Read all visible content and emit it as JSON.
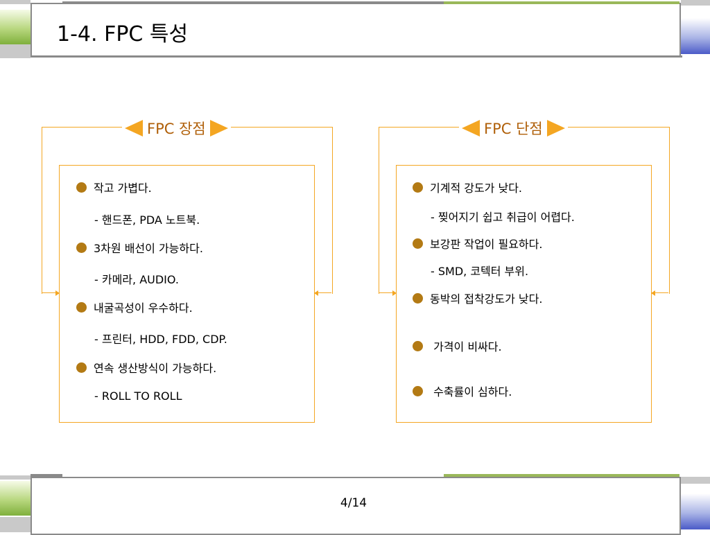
{
  "slide": {
    "title": "1-4. FPC 특성",
    "page_number": "4/14"
  },
  "colors": {
    "accent_orange": "#f4a622",
    "heading_brown": "#b0600a",
    "bullet_brown": "#b37a14"
  },
  "pros": {
    "heading": "FPC 장점",
    "items": [
      "작고 가볍다.",
      "3차원 배선이 가능하다.",
      "내굴곡성이 우수하다.",
      "연속 생산방식이 가능하다."
    ],
    "subs": [
      "- 핸드폰, PDA 노트북.",
      "- 카메라, AUDIO.",
      "- 프린터, HDD, FDD, CDP.",
      "- ROLL TO ROLL"
    ]
  },
  "cons": {
    "heading": "FPC 단점",
    "items": [
      "기계적 강도가 낮다.",
      "보강판 작업이 필요하다.",
      "동박의 접착강도가 낮다.",
      " 가격이 비싸다.",
      " 수축률이 심하다."
    ],
    "subs": [
      "- 찢어지기 쉽고 취급이 어렵다.",
      "- SMD, 코텍터 부위."
    ]
  }
}
